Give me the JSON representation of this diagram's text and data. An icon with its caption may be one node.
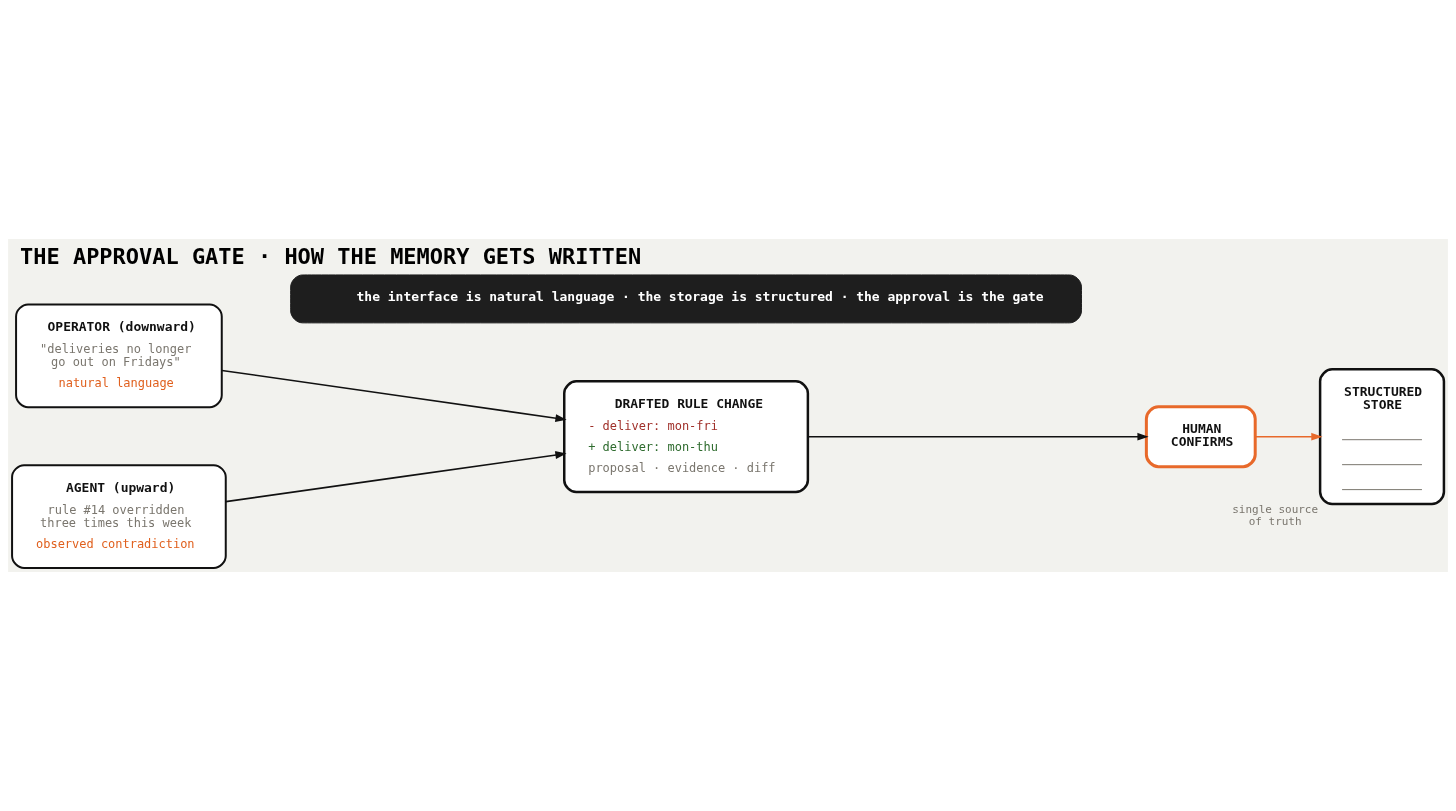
{
  "diagram": {
    "title": "THE APPROVAL GATE · HOW THE MEMORY GETS WRITTEN",
    "nodes": [
      {
        "text": [
          "OPERATOR (downward)",
          "\"deliveries no longer go out on Fridays\"",
          "natural language"
        ]
      },
      {
        "text": [
          "AGENT (upward)",
          "rule #14 overridden three times this week",
          "observed contradiction"
        ]
      },
      {
        "text": [
          "DRAFTED RULE CHANGE",
          "- deliver: mon-fri",
          "+ deliver: mon-thu",
          "proposal · evidence · diff"
        ]
      },
      {
        "text": [
          "HUMAN CONFIRMS"
        ]
      },
      {
        "text": [
          "STRUCTURED STORE"
        ],
        "beside": [
          "single source of truth"
        ]
      },
      {
        "text": [
          "the interface is natural language · the storage is structured · the approval is the gate"
        ]
      }
    ],
    "edges": [
      {
        "from": 0,
        "to": 2,
        "arrow": "to"
      },
      {
        "from": 1,
        "to": 2,
        "arrow": "to"
      },
      {
        "from": 2,
        "to": 3,
        "arrow": "to"
      },
      {
        "from": 3,
        "to": 4,
        "arrow": "to",
        "color": "#e8692a"
      }
    ]
  }
}
